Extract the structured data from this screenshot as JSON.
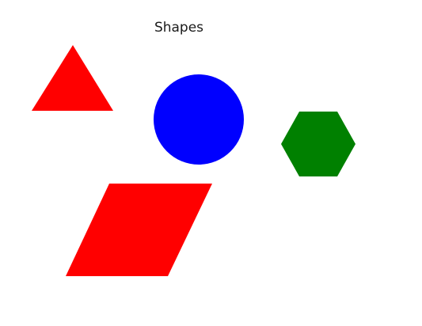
{
  "title": "Shapes",
  "shapes": [
    {
      "id": "triangle",
      "kind": "triangle",
      "color": "#ff0000"
    },
    {
      "id": "circle",
      "kind": "circle",
      "color": "#0000ff"
    },
    {
      "id": "hexagon",
      "kind": "hexagon",
      "color": "#008000"
    },
    {
      "id": "parallelogram",
      "kind": "parallelogram",
      "color": "#ff0000"
    }
  ]
}
